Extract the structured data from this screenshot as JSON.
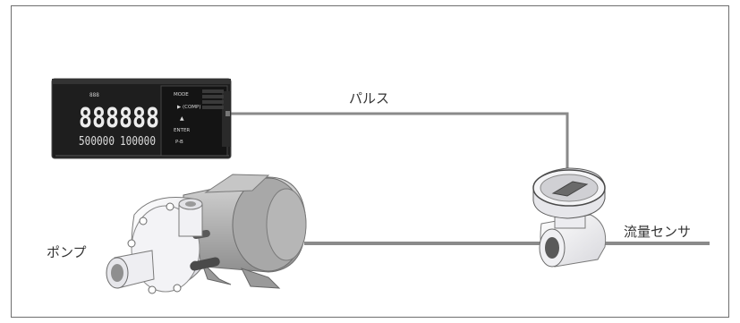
{
  "diagram": {
    "labels": {
      "pulse": "パルス",
      "flow_sensor": "流量センサ",
      "pump": "ポンプ"
    },
    "counter_display": {
      "small_top": "888",
      "main": "888888",
      "sub_left": "500000",
      "sub_right": "100000",
      "buttons": {
        "mode": "MODE",
        "comp": "▶ (COMP)",
        "up": "▲",
        "enter": "ENTER",
        "preset": "P-B"
      }
    },
    "colors": {
      "line": "#8a8a8a",
      "device_body": "#1b1b1b",
      "segment": "#e6e6e6",
      "pump_body": "#f2f2f4",
      "motor_body": "#b8b8b8"
    }
  }
}
